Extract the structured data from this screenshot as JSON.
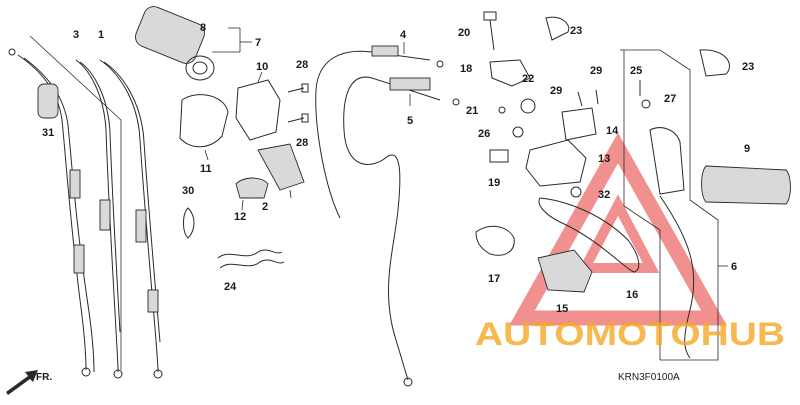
{
  "diagram": {
    "drawing_code": "KRN3F0100A",
    "direction_label": "FR.",
    "callouts": [
      "1",
      "2",
      "3",
      "4",
      "5",
      "6",
      "7",
      "8",
      "9",
      "10",
      "11",
      "12",
      "13",
      "14",
      "15",
      "16",
      "17",
      "18",
      "19",
      "20",
      "21",
      "22",
      "23",
      "23",
      "24",
      "25",
      "26",
      "27",
      "28",
      "28",
      "29",
      "29",
      "30",
      "31",
      "32"
    ]
  },
  "watermark": {
    "text": "AUTOMOTOHUB",
    "colors": {
      "triangle": "#e53935",
      "orange": "#f5a623",
      "gray": "#7a7a7a"
    }
  }
}
